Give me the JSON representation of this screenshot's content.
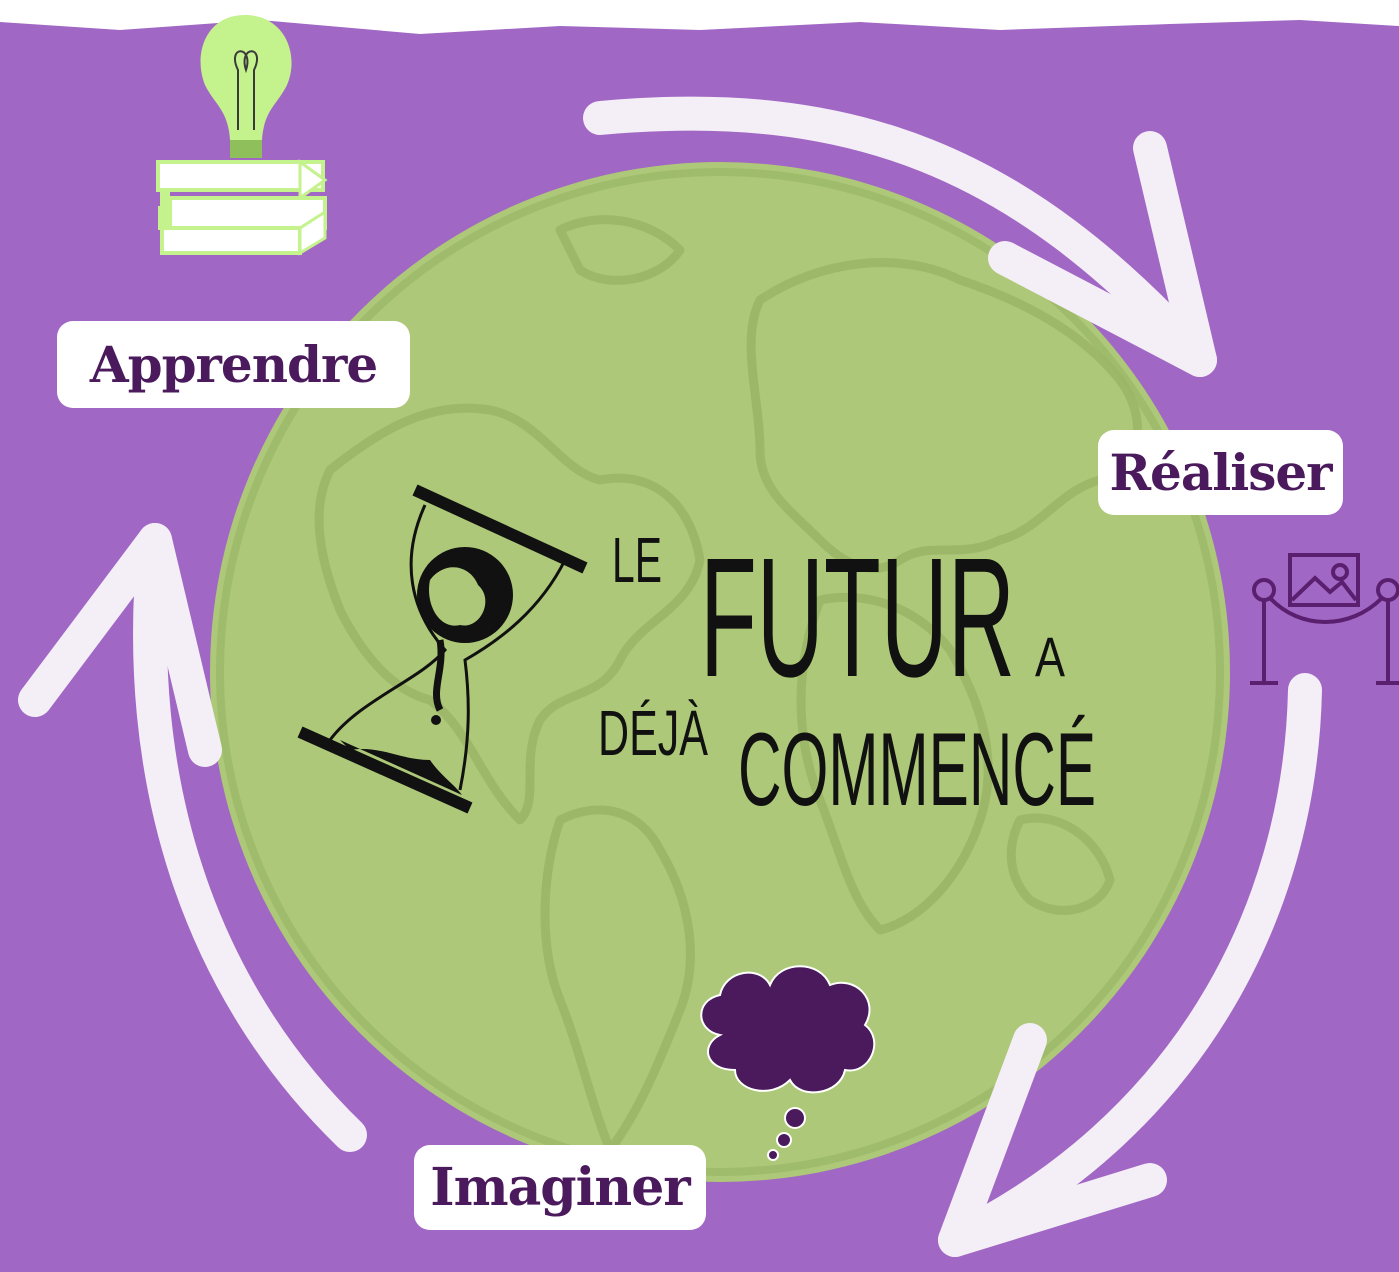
{
  "steps": [
    {
      "label": "Apprendre",
      "icon": "lightbulb-on-books-icon"
    },
    {
      "label": "Réaliser",
      "icon": "framed-picture-with-rope-barrier-icon"
    },
    {
      "label": "Imaginer",
      "icon": "thought-cloud-icon"
    }
  ],
  "logo": {
    "line1": "LE",
    "line2": "FUTUR",
    "line3": "A",
    "line4": "DÉJÀ",
    "line5": "COMMENCÉ",
    "icon": "hourglass-with-earth-icon"
  },
  "colors": {
    "background": "#a167c4",
    "globe": "#adc878",
    "arrows": "#f4eef7",
    "label_text": "#4a1a5c",
    "accent_green": "#c4f28c"
  }
}
